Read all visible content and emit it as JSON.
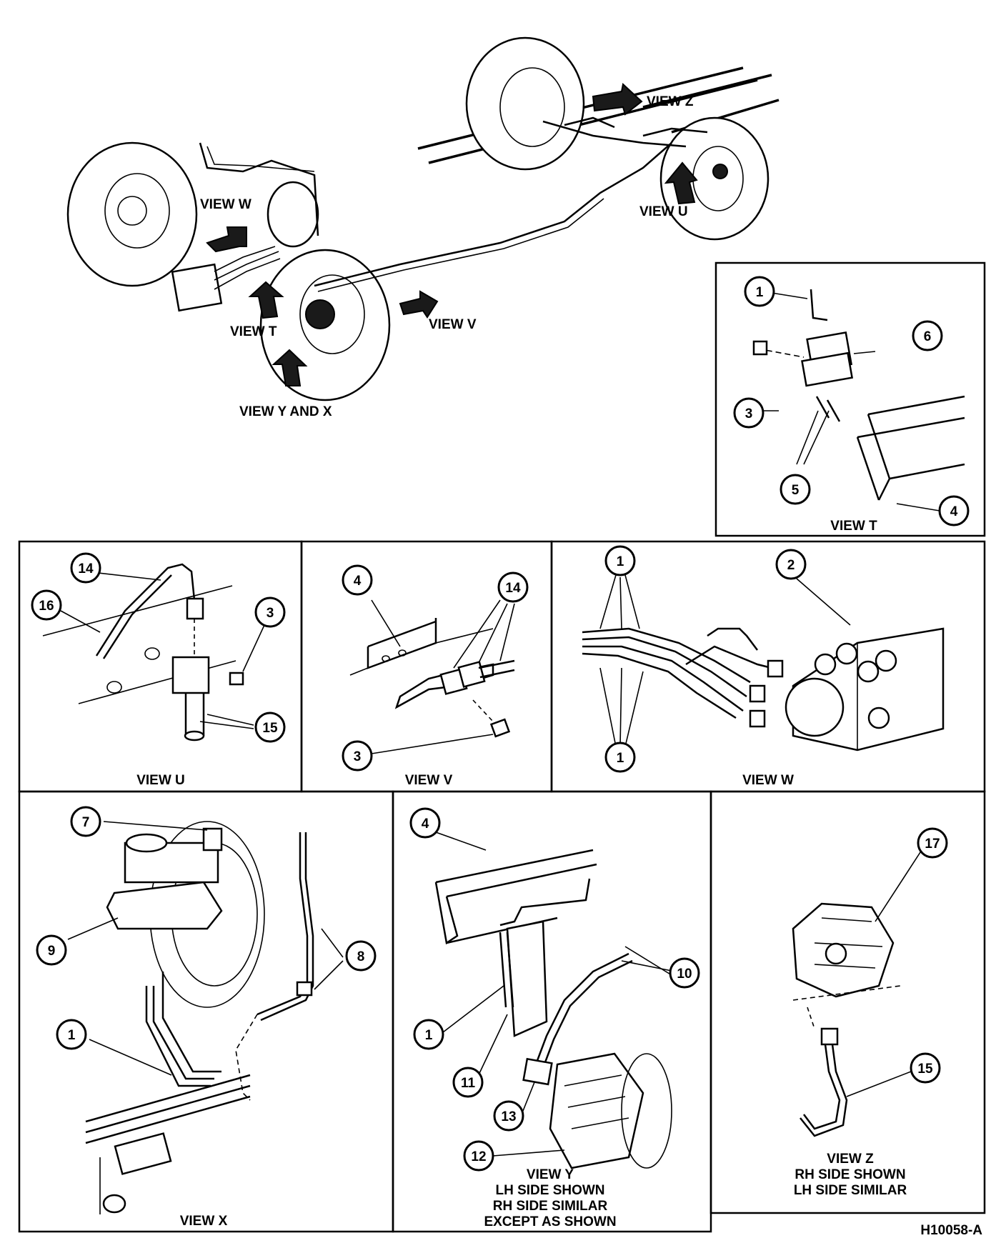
{
  "overview": {
    "labels": {
      "view_z": "VIEW Z",
      "view_w": "VIEW W",
      "view_u": "VIEW U",
      "view_t": "VIEW T",
      "view_v": "VIEW V",
      "view_yx": "VIEW Y AND X"
    }
  },
  "panels": {
    "view_t": {
      "title": "VIEW T",
      "callouts": [
        "1",
        "6",
        "3",
        "5",
        "4"
      ]
    },
    "view_u": {
      "title": "VIEW U",
      "callouts": [
        "14",
        "16",
        "3",
        "15"
      ]
    },
    "view_v": {
      "title": "VIEW V",
      "callouts": [
        "4",
        "14",
        "3"
      ]
    },
    "view_w": {
      "title": "VIEW W",
      "callouts": [
        "1",
        "2",
        "1"
      ]
    },
    "view_x": {
      "title": "VIEW X",
      "callouts": [
        "7",
        "9",
        "8",
        "1"
      ]
    },
    "view_y": {
      "title_lines": [
        "VIEW Y",
        "LH SIDE SHOWN",
        "RH SIDE SIMILAR",
        "EXCEPT AS SHOWN"
      ],
      "callouts": [
        "4",
        "10",
        "1",
        "11",
        "13",
        "12"
      ]
    },
    "view_z": {
      "title_lines": [
        "VIEW Z",
        "RH SIDE SHOWN",
        "LH SIDE SIMILAR"
      ],
      "callouts": [
        "17",
        "15"
      ]
    }
  },
  "figure_id": "H10058-A"
}
